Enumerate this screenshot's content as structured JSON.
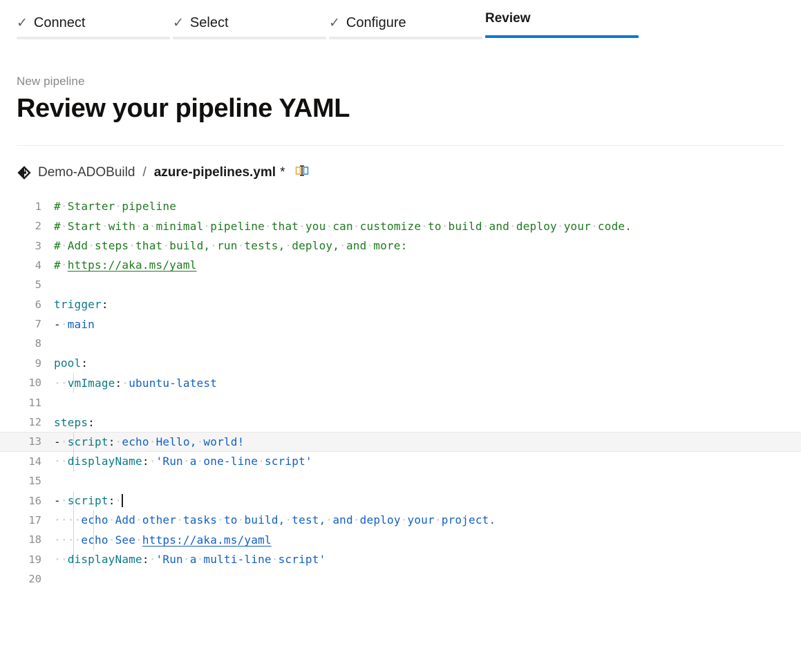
{
  "wizard": {
    "check_glyph": "✓",
    "tabs": [
      {
        "label": "Connect",
        "state": "complete"
      },
      {
        "label": "Select",
        "state": "complete"
      },
      {
        "label": "Configure",
        "state": "complete"
      },
      {
        "label": "Review",
        "state": "active"
      }
    ]
  },
  "header": {
    "eyebrow": "New pipeline",
    "title": "Review your pipeline YAML"
  },
  "file": {
    "repo": "Demo-ADOBuild",
    "separator": "/",
    "name": "azure-pipelines.yml",
    "dirty_marker": "*",
    "repo_icon": "azure-repos-git-icon",
    "diff_icon": "side-by-side-diff-icon"
  },
  "editor": {
    "language": "yaml",
    "cursor_line": 16,
    "highlight_line": 13,
    "lines": [
      {
        "n": "1",
        "tokens": [
          {
            "t": "cmt",
            "v": "# Starter pipeline"
          }
        ]
      },
      {
        "n": "2",
        "tokens": [
          {
            "t": "cmt",
            "v": "# Start with a minimal pipeline that you can customize to build and deploy your code."
          }
        ]
      },
      {
        "n": "3",
        "tokens": [
          {
            "t": "cmt",
            "v": "# Add steps that build, run tests, deploy, and more:"
          }
        ]
      },
      {
        "n": "4",
        "tokens": [
          {
            "t": "cmt",
            "v": "# "
          },
          {
            "t": "cmtlnk",
            "v": "https://aka.ms/yaml"
          }
        ]
      },
      {
        "n": "5",
        "tokens": []
      },
      {
        "n": "6",
        "tokens": [
          {
            "t": "key",
            "v": "trigger"
          },
          {
            "t": "punc",
            "v": ":"
          }
        ]
      },
      {
        "n": "7",
        "tokens": [
          {
            "t": "dash",
            "v": "- "
          },
          {
            "t": "val",
            "v": "main"
          }
        ]
      },
      {
        "n": "8",
        "tokens": []
      },
      {
        "n": "9",
        "tokens": [
          {
            "t": "key",
            "v": "pool"
          },
          {
            "t": "punc",
            "v": ":"
          }
        ]
      },
      {
        "n": "10",
        "tokens": [
          {
            "t": "ws",
            "v": "  "
          },
          {
            "t": "key",
            "v": "vmImage"
          },
          {
            "t": "punc",
            "v": ":"
          },
          {
            "t": "ws",
            "v": " "
          },
          {
            "t": "val",
            "v": "ubuntu-latest"
          }
        ]
      },
      {
        "n": "11",
        "tokens": []
      },
      {
        "n": "12",
        "tokens": [
          {
            "t": "key",
            "v": "steps"
          },
          {
            "t": "punc",
            "v": ":"
          }
        ]
      },
      {
        "n": "13",
        "tokens": [
          {
            "t": "dash",
            "v": "- "
          },
          {
            "t": "key",
            "v": "script"
          },
          {
            "t": "punc",
            "v": ":"
          },
          {
            "t": "ws",
            "v": " "
          },
          {
            "t": "val",
            "v": "echo Hello, world!"
          }
        ]
      },
      {
        "n": "14",
        "tokens": [
          {
            "t": "ws",
            "v": "  "
          },
          {
            "t": "key",
            "v": "displayName"
          },
          {
            "t": "punc",
            "v": ":"
          },
          {
            "t": "ws",
            "v": " "
          },
          {
            "t": "val",
            "v": "'Run a one-line script'"
          }
        ]
      },
      {
        "n": "15",
        "tokens": []
      },
      {
        "n": "16",
        "tokens": [
          {
            "t": "dash",
            "v": "- "
          },
          {
            "t": "key",
            "v": "script"
          },
          {
            "t": "punc",
            "v": ":"
          },
          {
            "t": "ws",
            "v": " "
          }
        ]
      },
      {
        "n": "17",
        "tokens": [
          {
            "t": "ws",
            "v": "    "
          },
          {
            "t": "val",
            "v": "echo Add other tasks to build, test, and deploy your project."
          }
        ]
      },
      {
        "n": "18",
        "tokens": [
          {
            "t": "ws",
            "v": "    "
          },
          {
            "t": "val",
            "v": "echo See "
          },
          {
            "t": "lnk",
            "v": "https://aka.ms/yaml"
          }
        ]
      },
      {
        "n": "19",
        "tokens": [
          {
            "t": "ws",
            "v": "  "
          },
          {
            "t": "key",
            "v": "displayName"
          },
          {
            "t": "punc",
            "v": ":"
          },
          {
            "t": "ws",
            "v": " "
          },
          {
            "t": "val",
            "v": "'Run a multi-line script'"
          }
        ]
      },
      {
        "n": "20",
        "tokens": []
      }
    ]
  },
  "colors": {
    "accent": "#0a7bd1",
    "comment": "#1f7a1f",
    "key": "#0b7a87",
    "value": "#1260c4",
    "line_number": "#8d8d8d",
    "highlight_band": "#f5f5f5"
  }
}
